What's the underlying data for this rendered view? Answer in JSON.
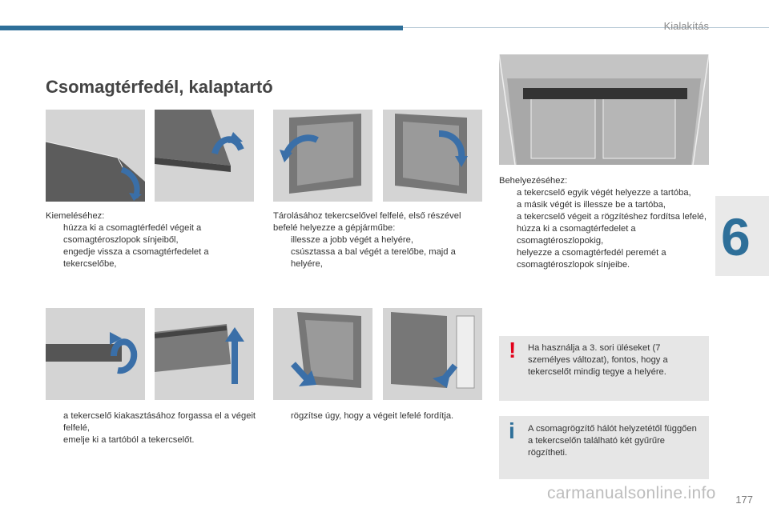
{
  "header": {
    "section": "Kialakítás",
    "chapter": "6"
  },
  "title": "Csomagtérfedél, kalaptartó",
  "col1": {
    "intro": "Kiemeléséhez:",
    "steps": [
      "húzza ki a csomagtérfedél végeit a csomagtéroszlopok sínjeiből,",
      "engedje vissza a csomagtérfedelet a tekercselőbe,"
    ],
    "steps2": [
      "a tekercselő kiakasztásához forgassa el a végeit felfelé,",
      "emelje ki a tartóból a tekercselőt."
    ]
  },
  "col2": {
    "intro": "Tárolásához tekercselővel felfelé, első részével befelé helyezze a gépjárműbe:",
    "steps": [
      "illessze a jobb végét a helyére,",
      "csúsztassa a bal végét a terelőbe, majd a helyére,"
    ],
    "steps2": [
      "rögzítse úgy, hogy a végeit lefelé fordítja."
    ]
  },
  "col3": {
    "intro": "Behelyezéséhez:",
    "steps": [
      "a tekercselő egyik végét helyezze a tartóba,",
      "a másik végét is illessze be a tartóba,",
      "a tekercselő végeit a rögzítéshez fordítsa lefelé,",
      "húzza ki a csomagtérfedelet a csomagtéroszlopokig,",
      "helyezze a csomagtérfedél peremét a csomagtéroszlopok sínjeibe."
    ]
  },
  "notes": {
    "warning": "Ha használja a 3. sori üléseket (7 személyes változat), fontos, hogy a tekercselőt mindig tegye a helyére.",
    "info": "A csomagrögzítő hálót helyzetétől függően a tekercselőn található két gyűrűre rögzítheti."
  },
  "icons": {
    "bullet": "",
    "warning": "!",
    "info": "i"
  },
  "colors": {
    "accent": "#2e6f99",
    "warning": "#e2001a",
    "info": "#2e6f99",
    "arrow": "#3a6fa8"
  },
  "page_number": "177",
  "watermark": "carmanualsonline.info"
}
